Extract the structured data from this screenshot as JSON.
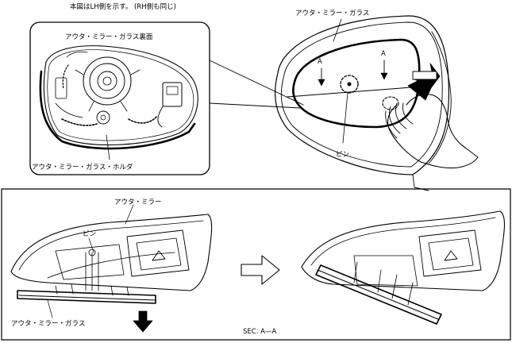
{
  "note": "本図はLH側を示す。 (RH側も同じ)",
  "top_left": {
    "title": "アウタ・ミラー・ガラス裏面",
    "holder_label": "アウタ・ミラー・ガラス・ホルダ"
  },
  "top_right": {
    "glass_label": "アウタ・ミラー・ガラス",
    "pin_label": "ピン",
    "section_marker_left": "A",
    "section_marker_right": "A"
  },
  "bottom": {
    "mirror_label": "アウタ・ミラー",
    "pin_label": "ピン",
    "glass_label": "アウタ・ミラー・ガラス",
    "section_caption": "SEC. A—A"
  }
}
